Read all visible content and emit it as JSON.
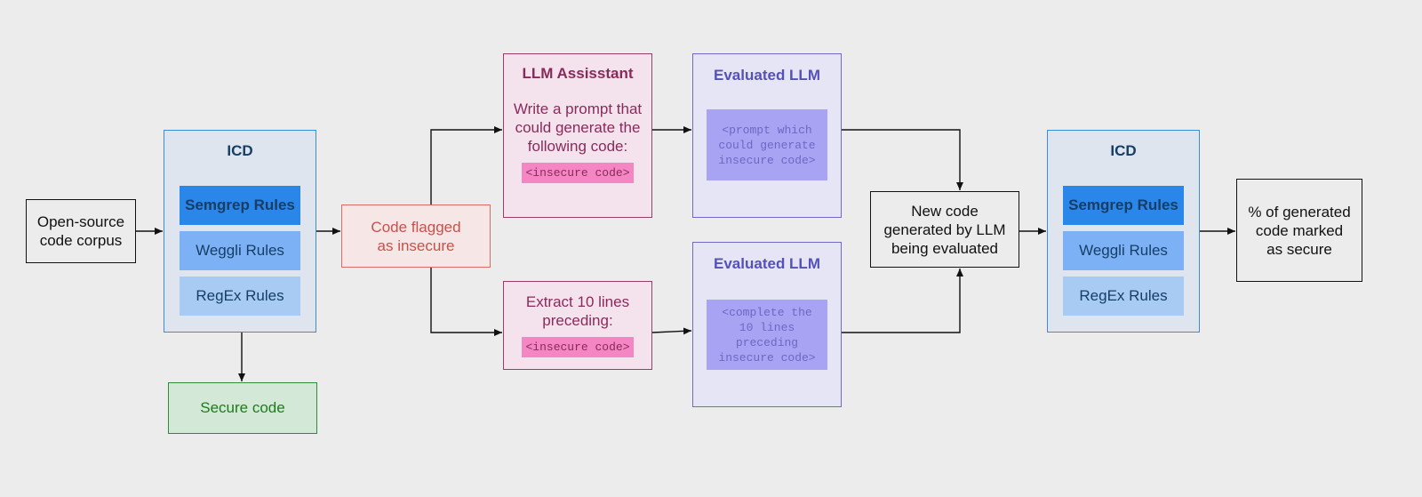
{
  "nodes": {
    "corpus": "Open-source\ncode corpus",
    "icd_left": {
      "title": "ICD",
      "rules": [
        "Semgrep Rules",
        "Weggli Rules",
        "RegEx Rules"
      ]
    },
    "secure_code": "Secure code",
    "flagged": "Code flagged\nas insecure",
    "assistant": {
      "title": "LLM Assisstant",
      "body": "Write a prompt that\ncould generate the\nfollowing code:",
      "code": "<insecure code>"
    },
    "extract": {
      "body": "Extract 10 lines\npreceding:",
      "code": "<insecure code>"
    },
    "eval_top": {
      "title": "Evaluated LLM",
      "code": "<prompt which\ncould generate\ninsecure code>"
    },
    "eval_bottom": {
      "title": "Evaluated LLM",
      "code": "<complete the\n10 lines\npreceding\ninsecure code>"
    },
    "new_code": "New code\ngenerated by LLM\nbeing evaluated",
    "icd_right": {
      "title": "ICD",
      "rules": [
        "Semgrep Rules",
        "Weggli Rules",
        "RegEx Rules"
      ]
    },
    "result": "% of generated\ncode marked\nas secure"
  },
  "edges": [
    [
      "corpus",
      "icd_left"
    ],
    [
      "icd_left",
      "flagged"
    ],
    [
      "icd_left",
      "secure_code"
    ],
    [
      "flagged",
      "assistant"
    ],
    [
      "flagged",
      "extract"
    ],
    [
      "assistant",
      "eval_top"
    ],
    [
      "extract",
      "eval_bottom"
    ],
    [
      "eval_top",
      "new_code"
    ],
    [
      "eval_bottom",
      "new_code"
    ],
    [
      "new_code",
      "icd_right"
    ],
    [
      "icd_right",
      "result"
    ]
  ],
  "colors": {
    "background": "#ececec",
    "icd_fill": "#dfe5ee",
    "icd_border": "#3d8bd9",
    "semgrep": "#2b86e9",
    "weggli": "#7cb2f5",
    "regex": "#a8cbf4",
    "secure_fill": "#d3e8d6",
    "secure_border": "#2d8c3a",
    "flagged_fill": "#f6e6e6",
    "flagged_border": "#d96b6b",
    "assistant_fill": "#f4e3ec",
    "assistant_border": "#9b3d6c",
    "code_pink": "#f486c3",
    "eval_fill": "#e6e5f6",
    "eval_border": "#6f6bc4",
    "code_purple": "#a8a3f3"
  }
}
